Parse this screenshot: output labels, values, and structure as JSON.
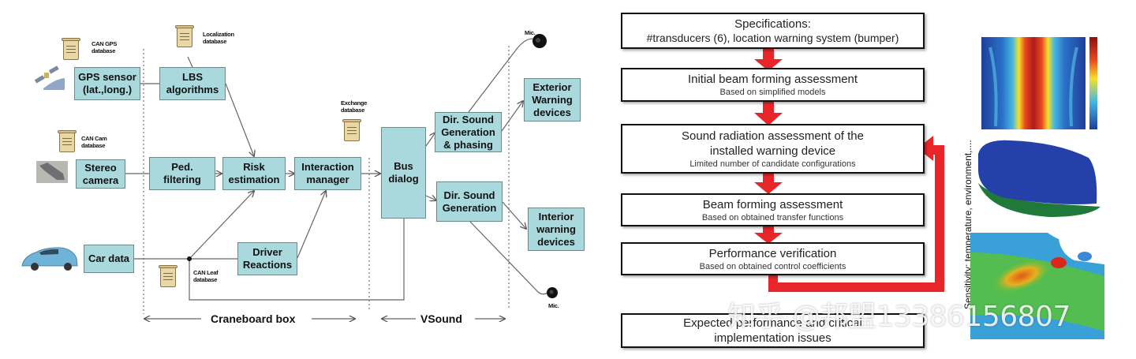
{
  "left_diagram": {
    "boxes": {
      "gps_sensor": "GPS sensor\n(lat.,long.)",
      "lbs_algorithms": "LBS\nalgorithms",
      "stereo_camera": "Stereo\ncamera",
      "ped_filtering": "Ped.\nfiltering",
      "risk_estimation": "Risk\nestimation",
      "interaction_manager": "Interaction\nmanager",
      "bus_dialog": "Bus\ndialog",
      "dir_sound_phasing": "Dir. Sound\nGeneration\n& phasing",
      "dir_sound_generation": "Dir. Sound\nGeneration",
      "exterior_warning": "Exterior\nWarning\ndevices",
      "interior_warning": "Interior\nwarning\ndevices",
      "car_data": "Car data",
      "driver_reactions": "Driver\nReactions"
    },
    "databases": {
      "can_gps": "CAN GPS\ndatabase",
      "localization": "Localization\ndatabase",
      "can_cam": "CAN Cam\ndatabase",
      "exchange": "Exchange\ndatabase",
      "can_leaf": "CAN Leaf\ndatabase"
    },
    "mic_top": "Mic.",
    "mic_bottom": "Mic.",
    "zones": {
      "craneboard": "Craneboard box",
      "vsound": "VSound"
    }
  },
  "right_flow": {
    "steps": [
      {
        "title": "Specifications:",
        "subtitle": "#transducers (6), location warning system (bumper)"
      },
      {
        "title": "Initial beam forming assessment",
        "subtitle": "Based on simplified models"
      },
      {
        "title": "Sound radiation assessment of the\ninstalled warning device",
        "subtitle": "Limited number of candidate configurations"
      },
      {
        "title": "Beam forming assessment",
        "subtitle": "Based on obtained transfer functions"
      },
      {
        "title": "Performance verification",
        "subtitle": "Based on obtained control coefficients"
      },
      {
        "title": "Expected performance and critical\nimplementation issues",
        "subtitle": ""
      }
    ],
    "feedback_label": "Sensitivity: temperature, environment,....",
    "arrow_color": "#e8262a"
  },
  "watermark": "知乎 @邦盟13386156807"
}
